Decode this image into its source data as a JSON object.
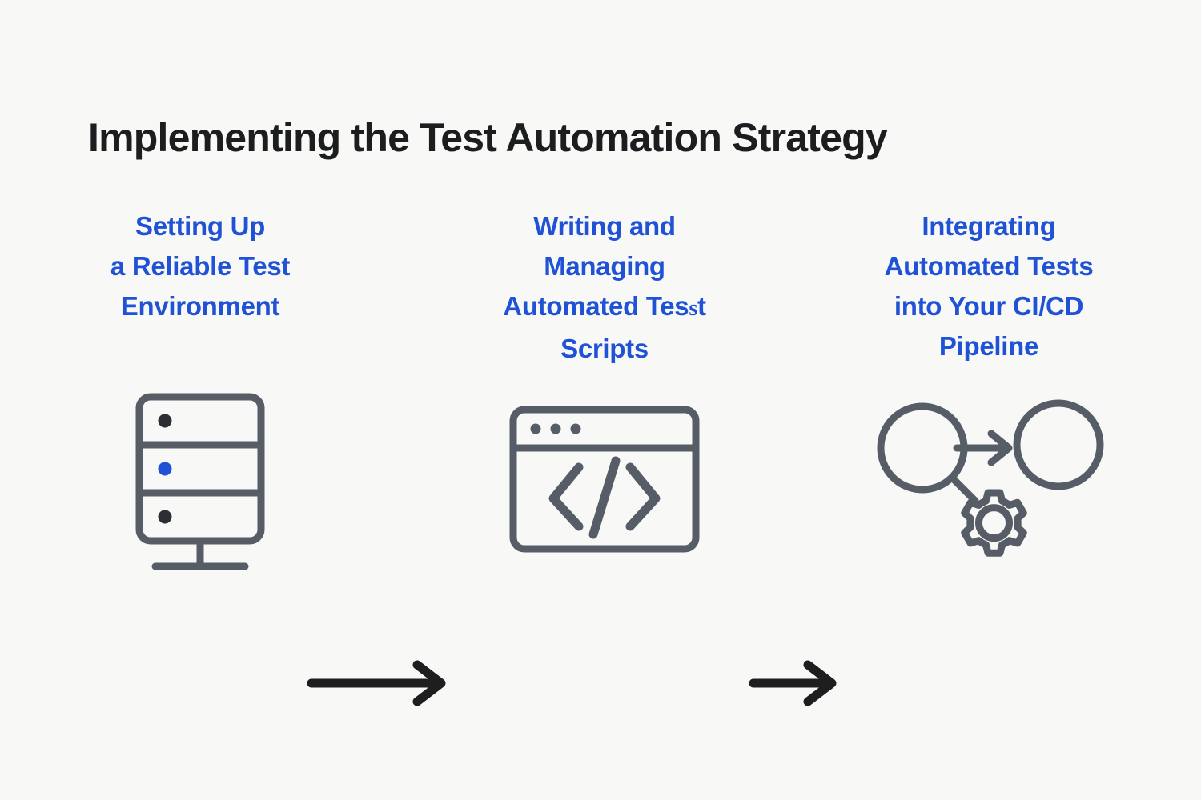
{
  "page": {
    "title": "Implementing the Test Automation Strategy",
    "background_color": "#f8f8f7",
    "accent_color": "#2052d6",
    "title_color": "#1c1d1f",
    "icon_stroke_color": "#565d66",
    "arrow_color": "#1e1e1e"
  },
  "steps": [
    {
      "index": "1",
      "label_lines": [
        "Setting Up",
        "a Reliable Test",
        "Environment"
      ],
      "label_full": "Setting Up a Reliable Test Environment",
      "icon": "server-icon",
      "icon_details": {
        "bays": 3,
        "dot_colors": [
          "#2b2f33",
          "#2052d6",
          "#2b2f33"
        ],
        "has_stand": true
      }
    },
    {
      "index": "2",
      "label_lines": [
        "Writing and",
        "Managing",
        "Automated Tesst",
        "Scripts"
      ],
      "label_full": "Writing and Managing Automated Tesst Scripts",
      "label_line3_prefix": "Automated Tes",
      "label_line3_typo": "s",
      "label_line3_suffix": "t",
      "icon": "code-window-icon",
      "icon_details": {
        "titlebar_dots": 3,
        "code_glyph": "</>"
      }
    },
    {
      "index": "3",
      "label_lines": [
        "Integrating",
        "Automated Tests",
        "into Your CI/CD",
        "Pipeline"
      ],
      "label_full": "Integrating Automated Tests into Your CI/CD Pipeline",
      "icon": "ci-cd-pipeline-icon",
      "icon_details": {
        "parts": [
          "magnifier-circle",
          "right-arrow",
          "target-circle",
          "gear"
        ]
      }
    }
  ],
  "connectors": [
    {
      "name": "arrow-1",
      "direction": "right",
      "from_step": "1",
      "to_step": "2"
    },
    {
      "name": "arrow-2",
      "direction": "right",
      "from_step": "2",
      "to_step": "3"
    }
  ]
}
